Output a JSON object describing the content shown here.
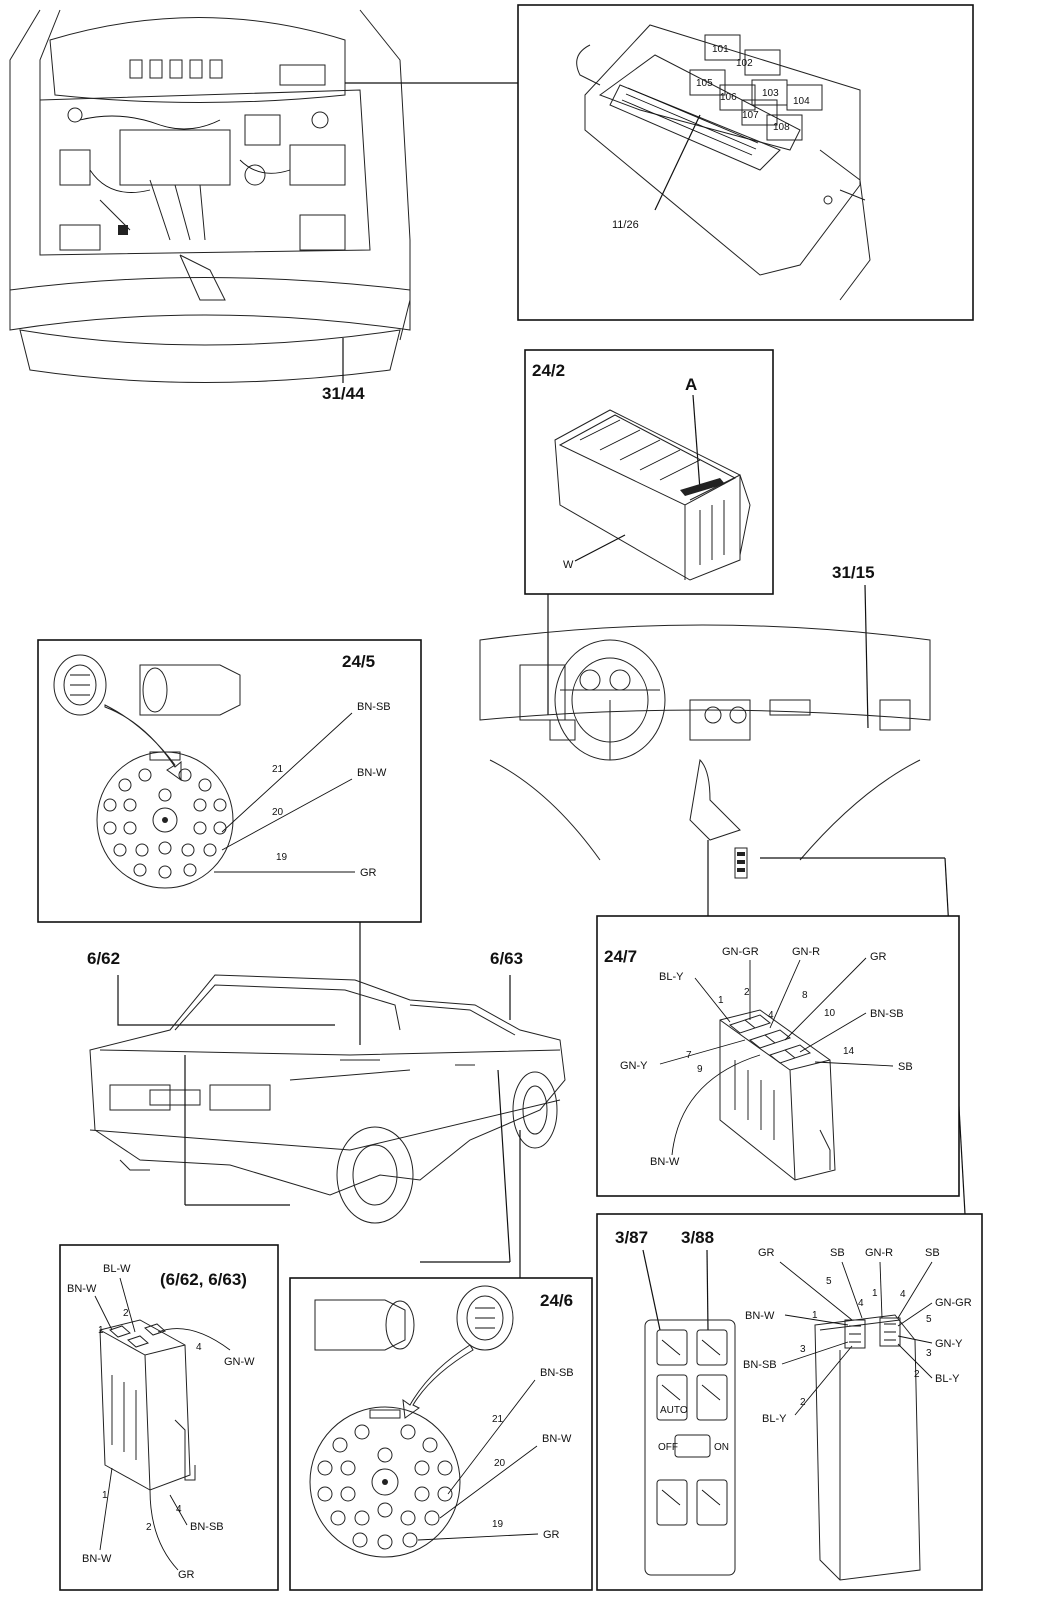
{
  "engine_bay": {
    "ref": "31/44"
  },
  "fuse_box": {
    "ref": "11/26",
    "fuses": [
      "101",
      "102",
      "103",
      "104",
      "105",
      "106",
      "107",
      "108"
    ]
  },
  "relay_24_2": {
    "ref": "24/2",
    "marker_a": "A",
    "marker_w": "W"
  },
  "dashboard": {
    "ref": "31/15"
  },
  "connector_24_5": {
    "ref": "24/5",
    "pins": [
      {
        "pin": "21",
        "wire": "BN-SB"
      },
      {
        "pin": "20",
        "wire": "BN-W"
      },
      {
        "pin": "19",
        "wire": "GR"
      }
    ]
  },
  "car": {
    "ref_left": "6/62",
    "ref_right": "6/63"
  },
  "connector_24_7": {
    "ref": "24/7",
    "pins": [
      {
        "pin": "1",
        "wire": "BL-Y"
      },
      {
        "pin": "2",
        "wire": "GN-GR"
      },
      {
        "pin": "4",
        "wire": "GN-R"
      },
      {
        "pin": "8",
        "wire": "GR"
      },
      {
        "pin": "10",
        "wire": "BN-SB"
      },
      {
        "pin": "14",
        "wire": "SB"
      },
      {
        "pin": "7",
        "wire": "GN-Y"
      },
      {
        "pin": "9",
        "wire": "BN-W"
      }
    ]
  },
  "motor_connector": {
    "ref": "(6/62, 6/63)",
    "pins": [
      {
        "pin": "1",
        "wire": "BN-W"
      },
      {
        "pin": "2",
        "wire": "BL-W"
      },
      {
        "pin": "4",
        "wire": "GN-W"
      },
      {
        "pin": "1",
        "wire": "BN-W"
      },
      {
        "pin": "2",
        "wire": "GR"
      },
      {
        "pin": "4",
        "wire": "BN-SB"
      }
    ]
  },
  "connector_24_6": {
    "ref": "24/6",
    "pins": [
      {
        "pin": "21",
        "wire": "BN-SB"
      },
      {
        "pin": "20",
        "wire": "BN-W"
      },
      {
        "pin": "19",
        "wire": "GR"
      }
    ]
  },
  "switch_panel": {
    "ref_left": "3/87",
    "ref_right": "3/88",
    "auto_label": "AUTO",
    "off_label": "OFF",
    "on_label": "ON",
    "wires_top": [
      "GR",
      "SB",
      "GN-R",
      "SB"
    ],
    "wires_left": [
      "BN-W",
      "BN-SB",
      "BL-Y"
    ],
    "wires_right": [
      "GN-GR",
      "GN-Y",
      "BL-Y"
    ],
    "pins_left": [
      "5",
      "4",
      "1",
      "3",
      "2"
    ],
    "pins_right": [
      "1",
      "4",
      "5",
      "3",
      "2"
    ]
  }
}
